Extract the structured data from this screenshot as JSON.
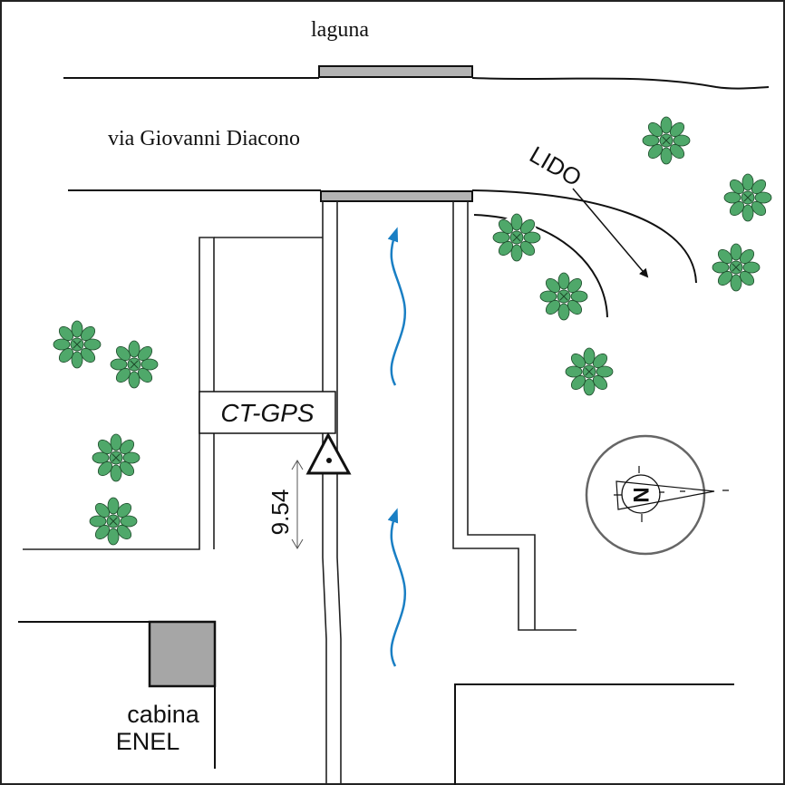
{
  "labels": {
    "lagoon": "laguna",
    "street": "via Giovanni Diacono",
    "direction": "LIDO",
    "station": "CT-GPS",
    "distance": "9.54",
    "cabin_line1": "cabina",
    "cabin_line2": "ENEL",
    "north": "N"
  },
  "colors": {
    "flow_arrow": "#1a7fc4",
    "tree_fill": "#4fa86a",
    "bridge_fill": "#b3b3b3",
    "cabin_fill": "#a6a6a6",
    "compass_ring": "#666666"
  },
  "icons": [
    "tree-icon",
    "flow-arrow-icon",
    "gps-station-triangle-icon",
    "north-compass-icon",
    "direction-arrow-icon"
  ]
}
